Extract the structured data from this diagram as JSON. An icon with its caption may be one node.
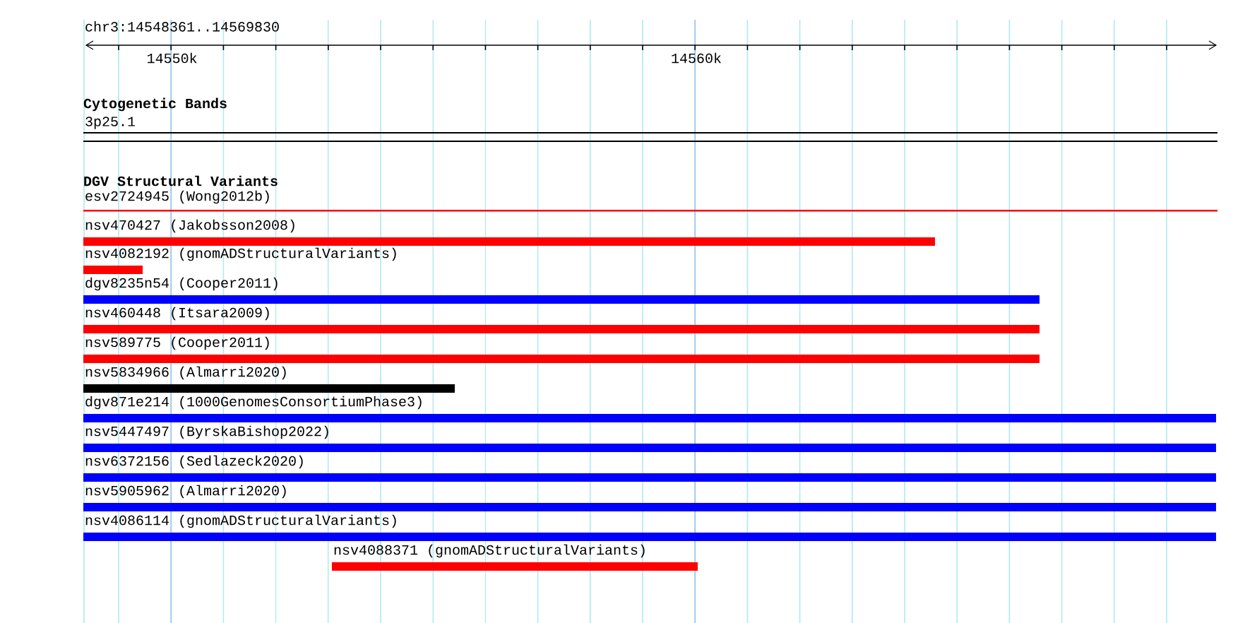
{
  "diagram": {
    "nodes": [
      {
        "text": [
          "esv2724945 (Wong2012b)"
        ]
      },
      {
        "text": [
          "nsv470427 (Jakobsson2008)"
        ]
      },
      {
        "text": [
          "nsv4082192 (gnomADStructuralVariants)"
        ]
      },
      {
        "text": [
          "dgv8235n54 (Cooper2011)"
        ]
      },
      {
        "text": [
          "nsv460448 (Itsara2009)"
        ]
      },
      {
        "text": [
          "nsv589775 (Cooper2011)"
        ]
      },
      {
        "text": [
          "nsv5834966 (Almarri2020)"
        ]
      },
      {
        "text": [
          "dgv871e214 (1000GenomesConsortiumPhase3)"
        ]
      },
      {
        "text": [
          "nsv5447497 (ByrskaBishop2022)"
        ]
      },
      {
        "text": [
          "nsv6372156 (Sedlazeck2020)"
        ]
      },
      {
        "text": [
          "nsv5905962 (Almarri2020)"
        ]
      },
      {
        "text": [
          "nsv4086114 (gnomADStructuralVariants)"
        ]
      },
      {
        "text": [
          "nsv4088371 (gnomADStructuralVariants)"
        ]
      }
    ],
    "labels": [
      "chr3:14548361..14569830",
      "14550k",
      "14560k",
      "Cytogenetic Bands",
      "3p25.1",
      "DGV Structural Variants"
    ]
  }
}
